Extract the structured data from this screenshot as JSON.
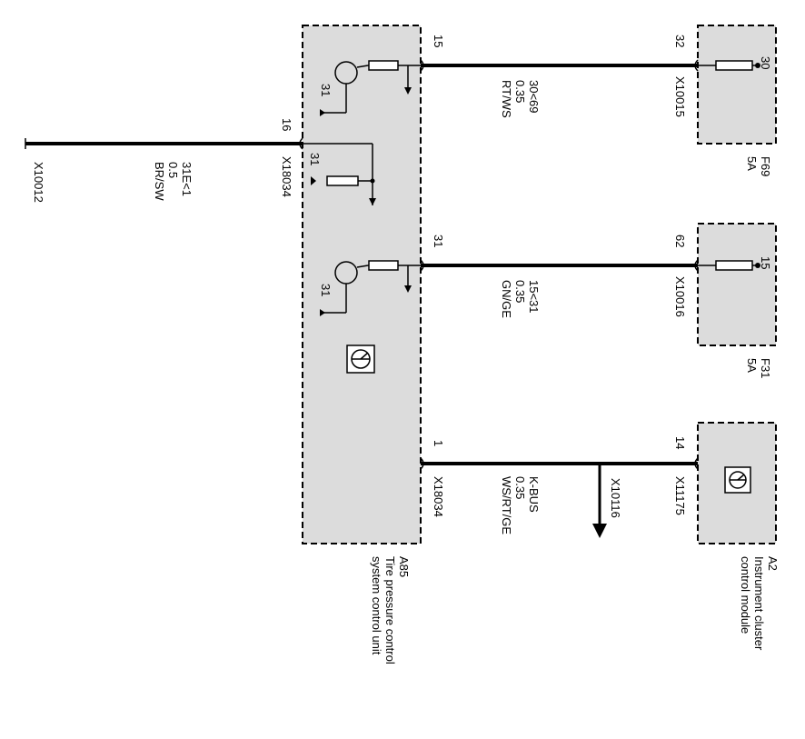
{
  "colors": {
    "box_fill": "#dcdcdc",
    "line": "#000000",
    "background": "#ffffff"
  },
  "modules": {
    "a85": {
      "code": "A85",
      "name_line1": "Tire pressure control",
      "name_line2": "system control unit"
    },
    "a2": {
      "code": "A2",
      "name_line1": "Instrument cluster",
      "name_line2": "control module"
    },
    "f69": {
      "code": "F69",
      "rating": "5A",
      "pin": "30"
    },
    "f31": {
      "code": "F31",
      "rating": "5A",
      "pin": "15"
    }
  },
  "ground": {
    "connector": "X10012",
    "pin": "16",
    "unit_connector": "X18034",
    "wire_line1": "31E<1",
    "wire_line2": "0.5",
    "wire_line3": "BR/SW",
    "internal_ground": "31"
  },
  "wire_f69": {
    "unit_pin": "15",
    "fuse_pin": "32",
    "fuse_connector": "X10015",
    "line1": "30<69",
    "line2": "0.35",
    "line3": "RT/WS",
    "internal_ground": "31"
  },
  "wire_f31": {
    "unit_pin": "31",
    "fuse_pin": "62",
    "fuse_connector": "X10016",
    "line1": "15<31",
    "line2": "0.35",
    "line3": "GN/GE",
    "internal_ground": "31"
  },
  "wire_kbus": {
    "unit_pin": "1",
    "unit_connector": "X18034",
    "a2_pin": "14",
    "a2_connector": "X11175",
    "splice": "X10116",
    "line1": "K-BUS",
    "line2": "0.35",
    "line3": "WS/RT/GE"
  }
}
